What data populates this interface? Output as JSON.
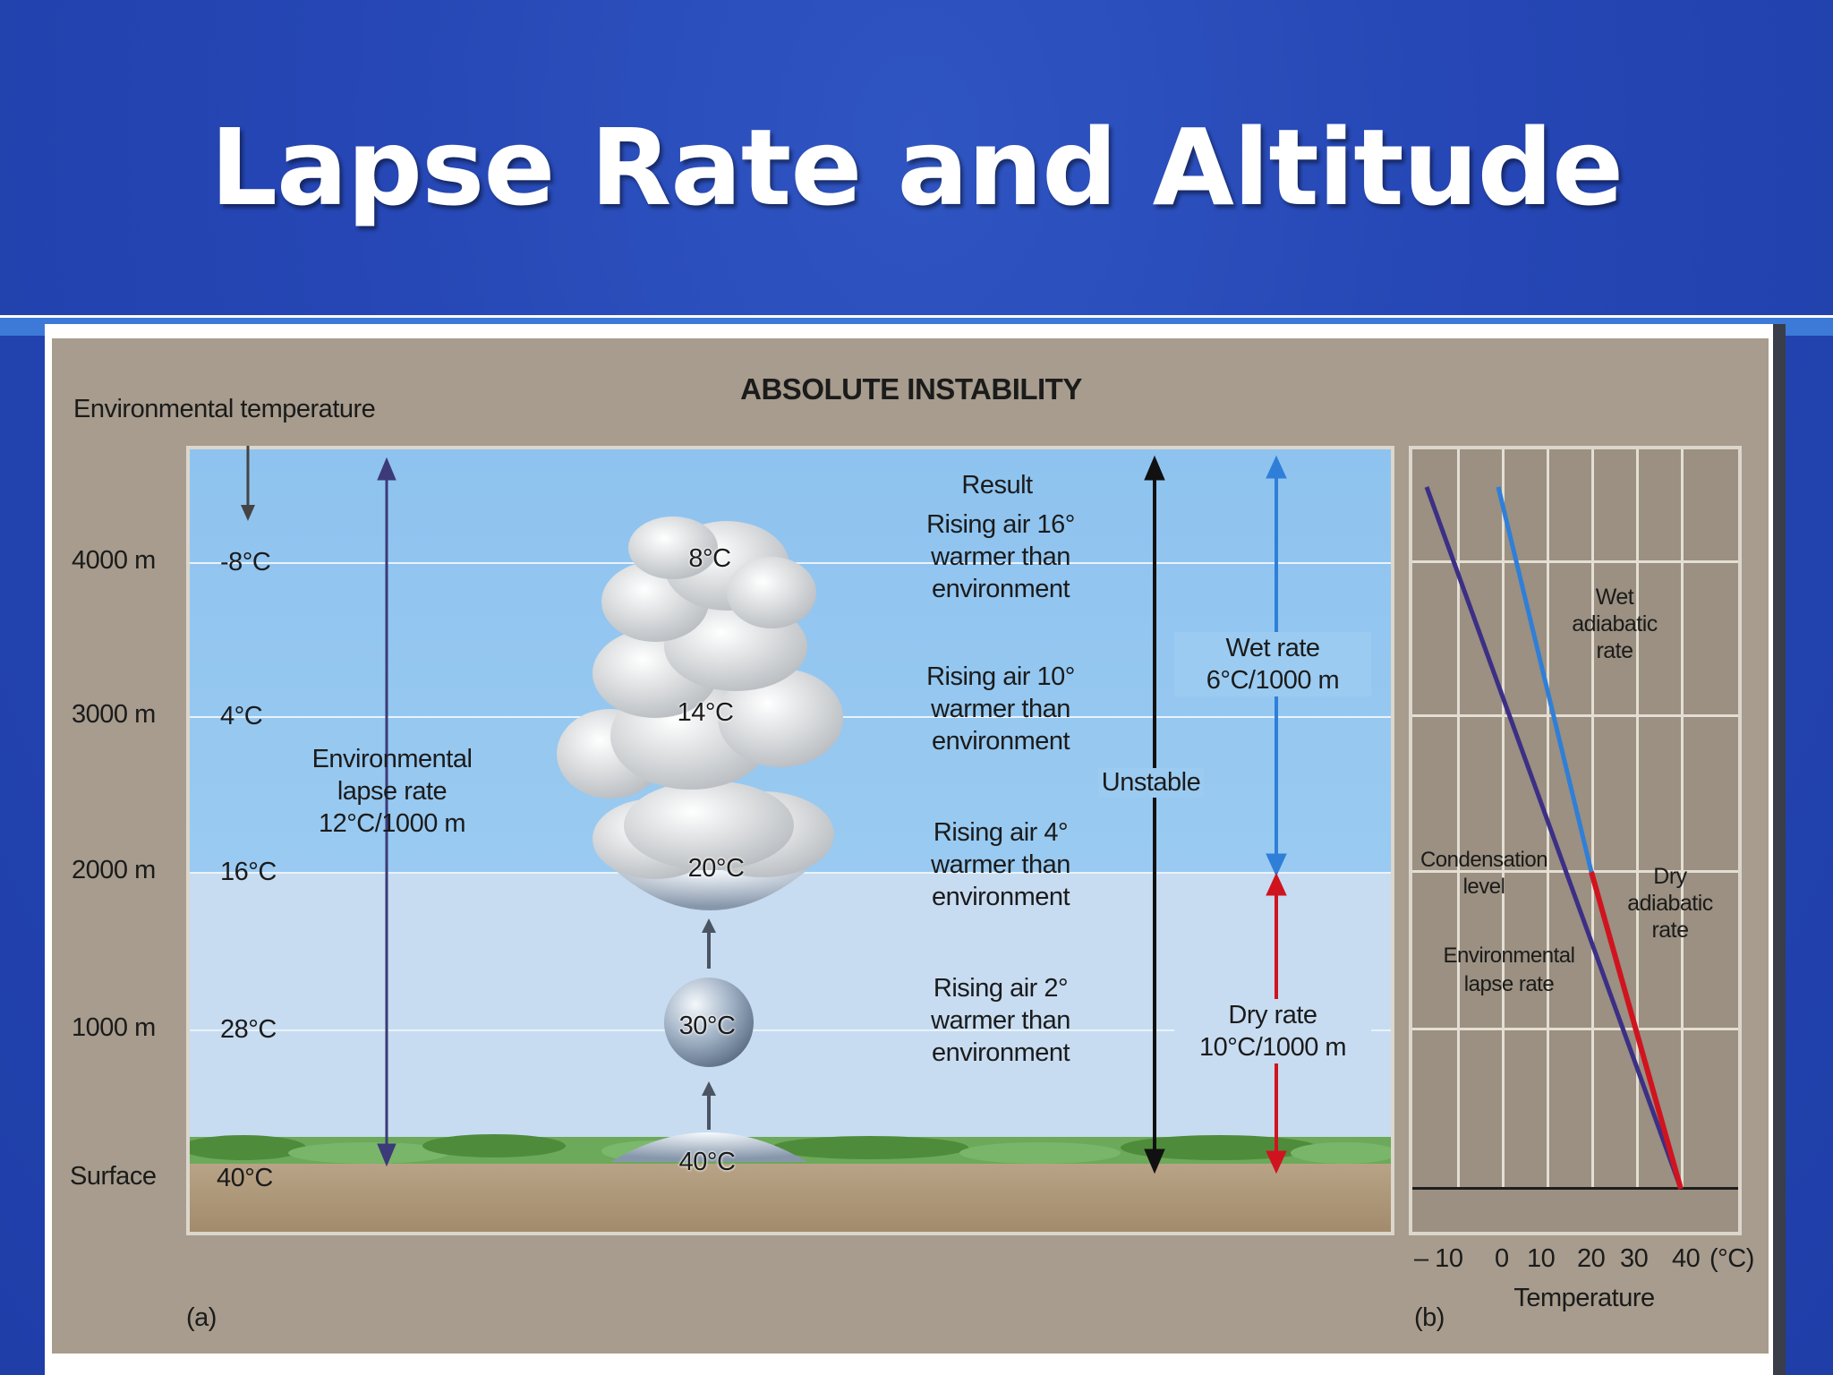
{
  "slide": {
    "title": "Lapse Rate and Altitude"
  },
  "diagram": {
    "heading": "ABSOLUTE INSTABILITY",
    "env_temp_label": "Environmental temperature",
    "altitudes": [
      {
        "altitude": "4000 m",
        "env_temp": "-8°C"
      },
      {
        "altitude": "3000 m",
        "env_temp": "4°C"
      },
      {
        "altitude": "2000 m",
        "env_temp": "16°C"
      },
      {
        "altitude": "1000 m",
        "env_temp": "28°C"
      },
      {
        "altitude": "Surface",
        "env_temp": "40°C"
      }
    ],
    "env_lapse_label": [
      "Environmental",
      "lapse rate",
      "12°C/1000 m"
    ],
    "parcel_temps": [
      "8°C",
      "14°C",
      "20°C",
      "30°C",
      "40°C"
    ],
    "result_heading": "Result",
    "results": [
      [
        "Rising air 16°",
        "warmer than",
        "environment"
      ],
      [
        "Rising air 10°",
        "warmer than",
        "environment"
      ],
      [
        "Rising air 4°",
        "warmer than",
        "environment"
      ],
      [
        "Rising air 2°",
        "warmer than",
        "environment"
      ]
    ],
    "unstable_label": "Unstable",
    "wet_rate": [
      "Wet rate",
      "6°C/1000 m"
    ],
    "dry_rate": [
      "Dry rate",
      "10°C/1000 m"
    ],
    "panel_a_label": "(a)",
    "panel_b_label": "(b)",
    "graph": {
      "wet_label": [
        "Wet",
        "adiabatic",
        "rate"
      ],
      "condensation_label": [
        "Condensation",
        "level"
      ],
      "dry_label": [
        "Dry",
        "adiabatic",
        "rate"
      ],
      "env_label": [
        "Environmental",
        "lapse rate"
      ],
      "x_ticks": [
        "– 10",
        "0",
        "10",
        "20",
        "30",
        "40",
        "(°C)"
      ],
      "x_label": "Temperature"
    },
    "colors": {
      "env_line": "#3c2f86",
      "wet_line": "#2f7fd8",
      "dry_line": "#d0141f",
      "unstable_arrow": "#111111"
    }
  }
}
